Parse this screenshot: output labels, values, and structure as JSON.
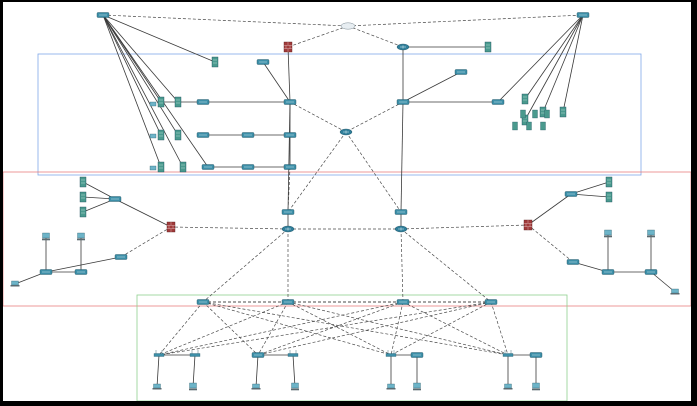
{
  "diagram": {
    "colors": {
      "background": "#ffffff",
      "frame": "#000000",
      "core_zone": "#7fa7e8",
      "distribution_zone": "#e87f7f",
      "access_zone": "#8fd18f",
      "solid_link": "#3a3a3a",
      "dashed_link": "#4a4a4a",
      "device_body": "#3d8fa8",
      "router_body": "#2f7e9a",
      "server_body": "#4a9a8e"
    },
    "zones": [
      {
        "id": "core-zone",
        "color_key": "core_zone"
      },
      {
        "id": "distribution-zone",
        "color_key": "distribution_zone"
      },
      {
        "id": "access-zone",
        "color_key": "access_zone"
      }
    ],
    "device_kinds": [
      "pc-icon",
      "server-icon",
      "switch-icon",
      "router-icon",
      "firewall-icon",
      "cloud-icon",
      "laptop-icon",
      "wireless-icon"
    ]
  }
}
